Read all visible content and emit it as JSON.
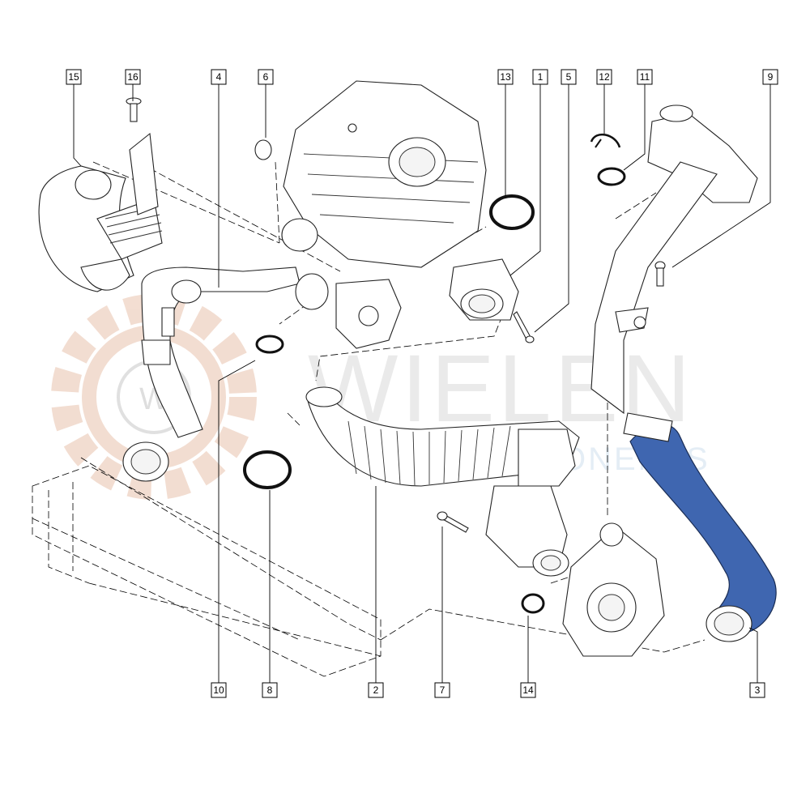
{
  "watermark": {
    "brand": "WIELEN",
    "subtitle": "COMPONENTS",
    "badge_letter": "W",
    "gear_color": "#e9c2ad",
    "text_color": "#d9d9d9",
    "accent_color": "#cfe0ee"
  },
  "highlight_color": "#3f66b0",
  "callouts": [
    {
      "label": "15"
    },
    {
      "label": "16"
    },
    {
      "label": "4"
    },
    {
      "label": "6"
    },
    {
      "label": "13"
    },
    {
      "label": "1"
    },
    {
      "label": "5"
    },
    {
      "label": "12"
    },
    {
      "label": "11"
    },
    {
      "label": "9"
    },
    {
      "label": "10"
    },
    {
      "label": "8"
    },
    {
      "label": "2"
    },
    {
      "label": "7"
    },
    {
      "label": "14"
    },
    {
      "label": "3"
    }
  ]
}
